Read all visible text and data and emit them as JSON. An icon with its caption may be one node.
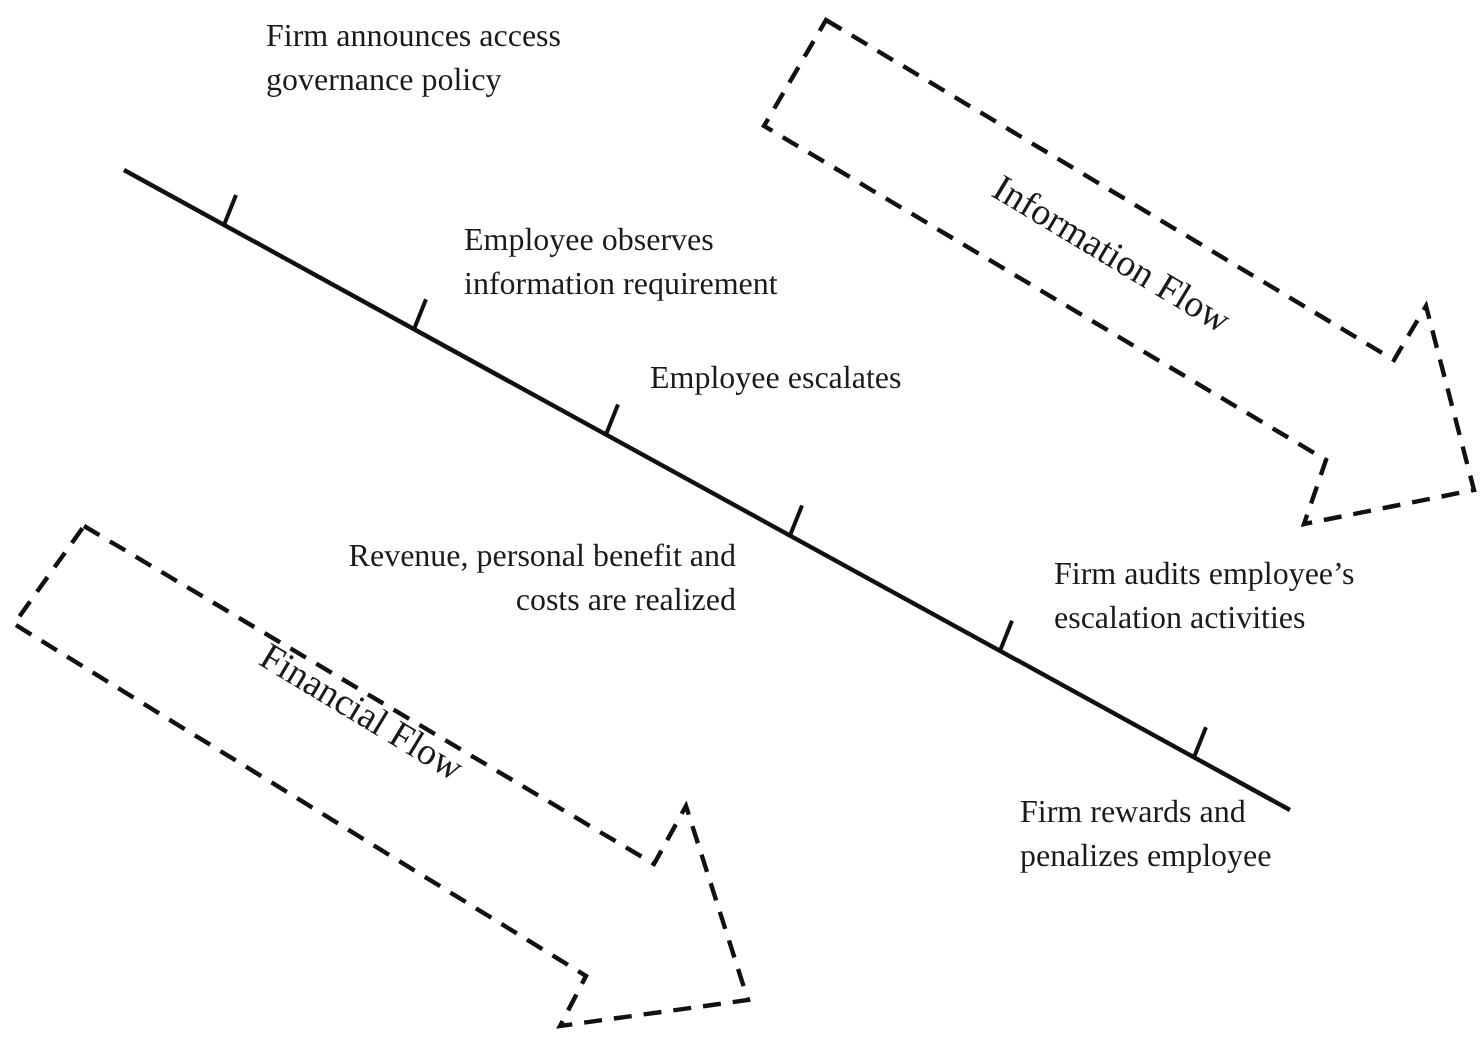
{
  "diagram": {
    "nodes": [
      {
        "text": [
          "Information Flow"
        ]
      },
      {
        "text": [
          "Financial Flow"
        ]
      }
    ],
    "labels": [
      "Firm announces access governance policy",
      "Employee observes information requirement",
      "Employee escalates",
      "Revenue, personal benefit and costs are realized",
      "Firm audits employee’s escalation activities",
      "Firm rewards and penalizes employee"
    ]
  }
}
